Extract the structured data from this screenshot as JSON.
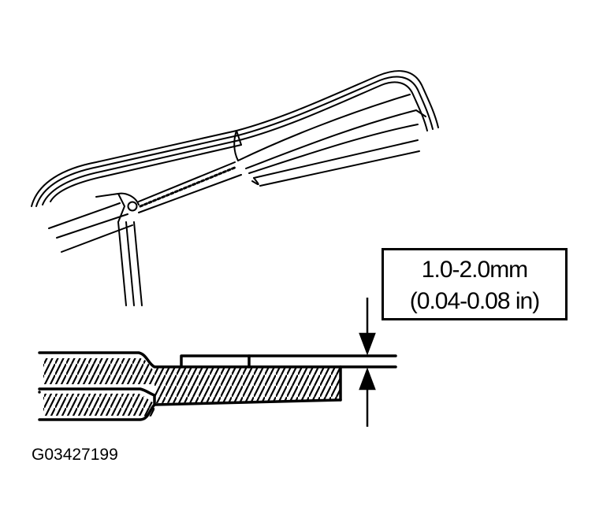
{
  "specification": {
    "metric": "1.0-2.0mm",
    "imperial": "(0.04-0.08 in)"
  },
  "figure_id": "G03427199",
  "icons": [
    "crimping-pliers-icon",
    "dimension-arrow-icon"
  ],
  "colors": {
    "ink": "#000000",
    "paper": "#ffffff"
  }
}
